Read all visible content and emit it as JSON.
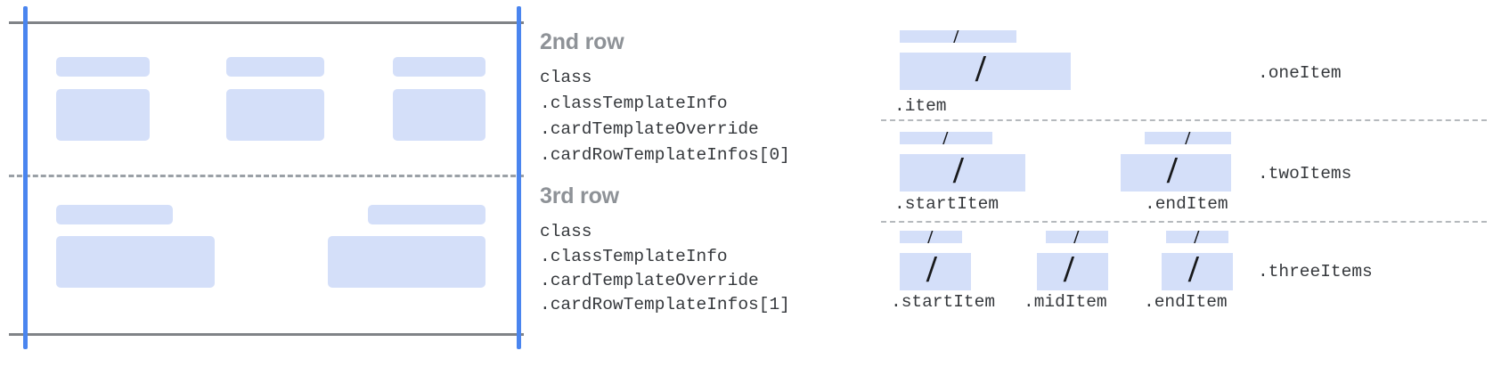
{
  "left_diagram": {
    "name": "card-row-layout-preview",
    "rules": [
      {
        "kind": "solid",
        "name": "card-top-boundary"
      },
      {
        "kind": "dashed",
        "name": "row-divider"
      },
      {
        "kind": "solid",
        "name": "card-bottom-boundary"
      }
    ],
    "guides": [
      {
        "name": "left-margin-guide",
        "color": "#4a85ef"
      },
      {
        "name": "right-margin-guide",
        "color": "#4a85ef"
      }
    ],
    "placeholder_color": "#d4dff9",
    "row2_columns": 3,
    "row3_columns": 2
  },
  "groups": [
    {
      "title": "2nd row",
      "lines": [
        "class",
        ".classTemplateInfo",
        ".cardTemplateOverride",
        ".cardRowTemplateInfos[0]"
      ]
    },
    {
      "title": "3rd row",
      "lines": [
        "class",
        ".classTemplateInfo",
        ".cardTemplateOverride",
        ".cardRowTemplateInfos[1]"
      ]
    }
  ],
  "right_diagram": {
    "placeholder_color": "#d4dff9",
    "slash_glyph": "/",
    "variants": [
      {
        "row_label": ".oneItem",
        "items": [
          {
            "label": ".item"
          }
        ]
      },
      {
        "row_label": ".twoItems",
        "items": [
          {
            "label": ".startItem"
          },
          {
            "label": ".endItem"
          }
        ]
      },
      {
        "row_label": ".threeItems",
        "items": [
          {
            "label": ".startItem"
          },
          {
            "label": ".midItem"
          },
          {
            "label": ".endItem"
          }
        ]
      }
    ]
  }
}
